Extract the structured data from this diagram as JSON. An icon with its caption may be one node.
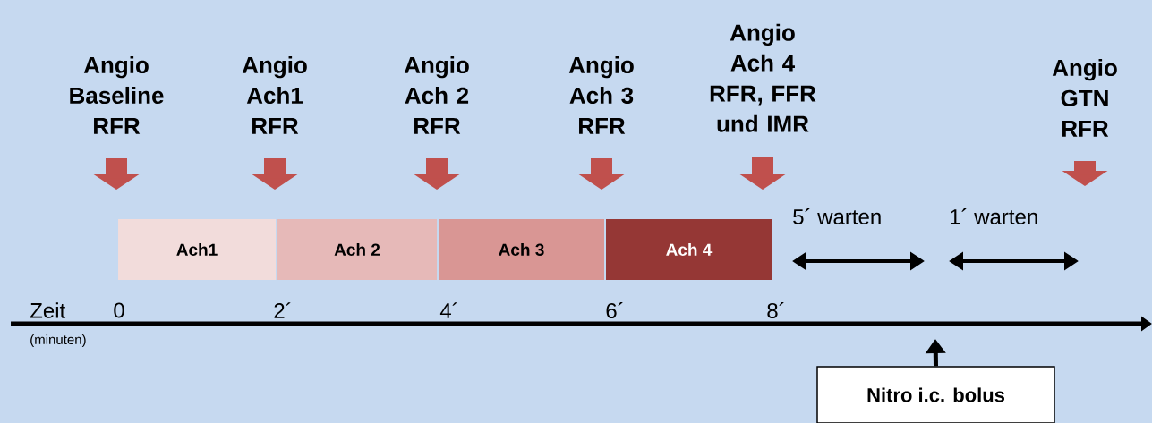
{
  "diagram": {
    "nodes": [
      {
        "text": [
          "Angio Baseline RFR"
        ]
      },
      {
        "text": [
          "Angio Ach1 RFR"
        ]
      },
      {
        "text": [
          "Angio Ach 2 RFR"
        ]
      },
      {
        "text": [
          "Angio Ach 3 RFR"
        ]
      },
      {
        "text": [
          "Angio Ach 4 RFR, FFR und IMR"
        ]
      },
      {
        "text": [
          "Angio GTN RFR"
        ]
      },
      {
        "text": [
          "Ach1"
        ]
      },
      {
        "text": [
          "Ach 2"
        ]
      },
      {
        "text": [
          "Ach 3"
        ]
      },
      {
        "text": [
          "Ach 4"
        ]
      },
      {
        "text": [
          "Nitro i.c. bolus"
        ]
      }
    ],
    "edges": [
      {
        "from": 0,
        "to": null,
        "arrow": "to"
      },
      {
        "from": 1,
        "to": null,
        "arrow": "to"
      },
      {
        "from": 2,
        "to": null,
        "arrow": "to"
      },
      {
        "from": 3,
        "to": null,
        "arrow": "to"
      },
      {
        "from": 4,
        "to": null,
        "arrow": "to"
      },
      {
        "from": 5,
        "to": null,
        "arrow": "to"
      },
      {
        "from": 10,
        "to": null,
        "arrow": "to",
        "color": "#000000"
      }
    ],
    "labels": [
      "5´ warten",
      "1´ warten",
      "Zeit",
      "0",
      "2´",
      "4´",
      "6´",
      "8´",
      "(minuten)"
    ]
  }
}
